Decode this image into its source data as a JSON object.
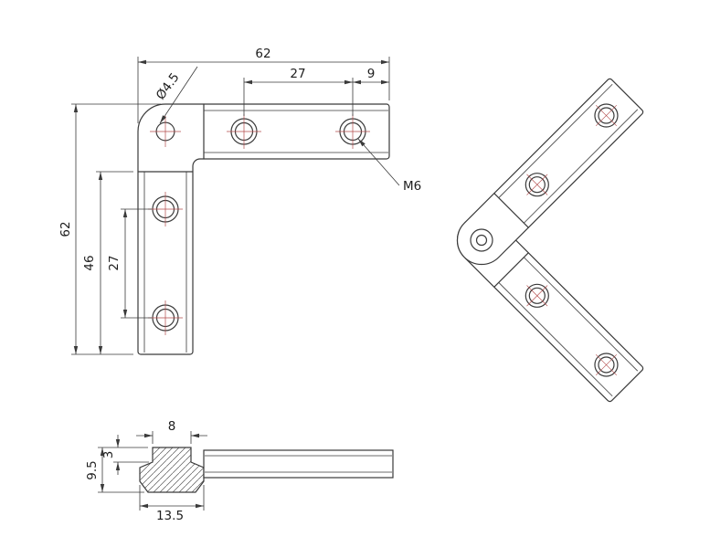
{
  "front_view": {
    "dim_length_top": "62",
    "dim_hole_spacing_top": "27",
    "dim_hole_to_end_top": "9",
    "dim_length_left": "62",
    "dim_slot_length_left": "46",
    "dim_hole_spacing_left": "27",
    "label_pivot_diameter": "Ø4.5",
    "label_thread_size": "M6"
  },
  "section_view": {
    "dim_tab_width": "8",
    "dim_lip_height": "3",
    "dim_total_height": "9.5",
    "dim_base_width": "13.5"
  },
  "colors": {
    "geometry_line": "#3a3a3a",
    "dimension_line": "#3a3a3a",
    "centerline": "#b34a4a",
    "hatch": "#5a5a5a",
    "background": "#ffffff",
    "text": "#1e1e1e"
  }
}
